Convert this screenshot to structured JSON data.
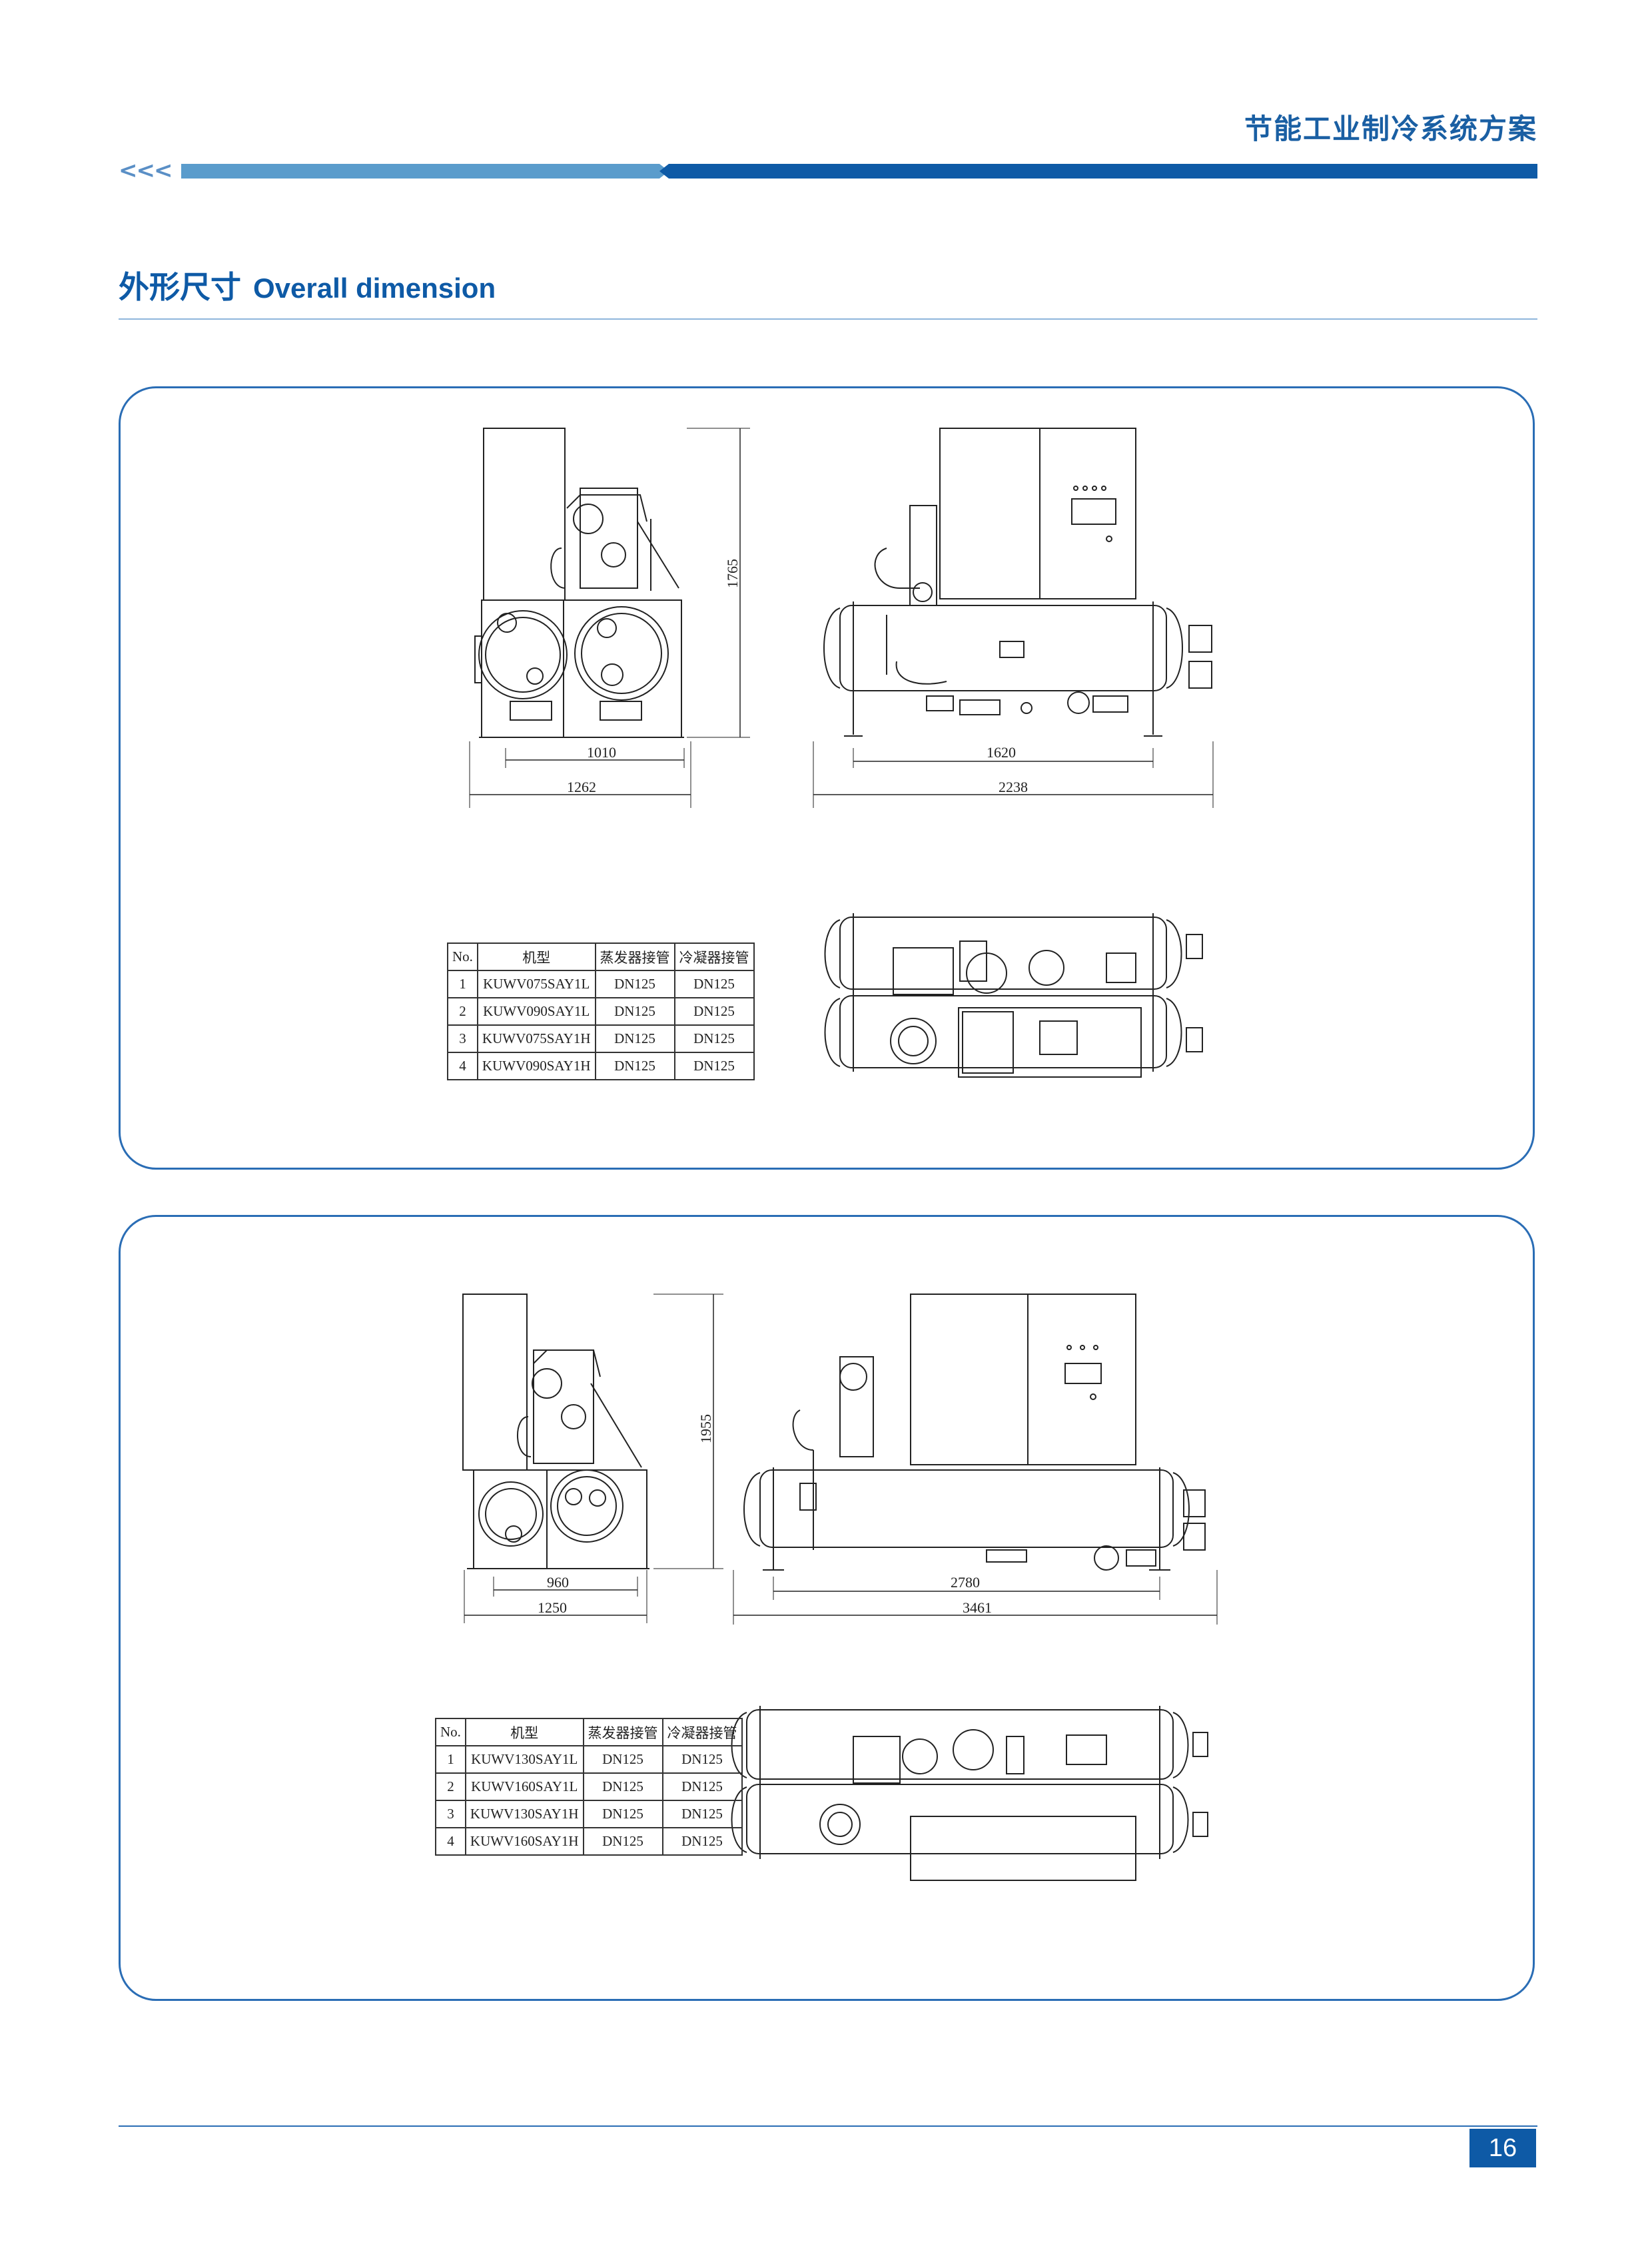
{
  "header": {
    "title": "节能工业制冷系统方案",
    "chevrons": "<<<"
  },
  "section": {
    "title_cn": "外形尺寸",
    "title_en": "Overall dimension"
  },
  "colors": {
    "primary": "#0e5aa6",
    "light_bar": "#5a9ccc",
    "panel_border": "#2a6db5"
  },
  "panels": [
    {
      "dimensions": {
        "side_height": "1765",
        "side_inner_width": "1010",
        "side_outer_width": "1262",
        "front_inner_width": "1620",
        "front_outer_width": "2238"
      },
      "table": {
        "headers": [
          "No.",
          "机型",
          "蒸发器接管",
          "冷凝器接管"
        ],
        "rows": [
          [
            "1",
            "KUWV075SAY1L",
            "DN125",
            "DN125"
          ],
          [
            "2",
            "KUWV090SAY1L",
            "DN125",
            "DN125"
          ],
          [
            "3",
            "KUWV075SAY1H",
            "DN125",
            "DN125"
          ],
          [
            "4",
            "KUWV090SAY1H",
            "DN125",
            "DN125"
          ]
        ]
      }
    },
    {
      "dimensions": {
        "side_height": "1955",
        "side_inner_width": "960",
        "side_outer_width": "1250",
        "front_inner_width": "2780",
        "front_outer_width": "3461"
      },
      "table": {
        "headers": [
          "No.",
          "机型",
          "蒸发器接管",
          "冷凝器接管"
        ],
        "rows": [
          [
            "1",
            "KUWV130SAY1L",
            "DN125",
            "DN125"
          ],
          [
            "2",
            "KUWV160SAY1L",
            "DN125",
            "DN125"
          ],
          [
            "3",
            "KUWV130SAY1H",
            "DN125",
            "DN125"
          ],
          [
            "4",
            "KUWV160SAY1H",
            "DN125",
            "DN125"
          ]
        ]
      }
    }
  ],
  "footer": {
    "page_number": "16"
  }
}
